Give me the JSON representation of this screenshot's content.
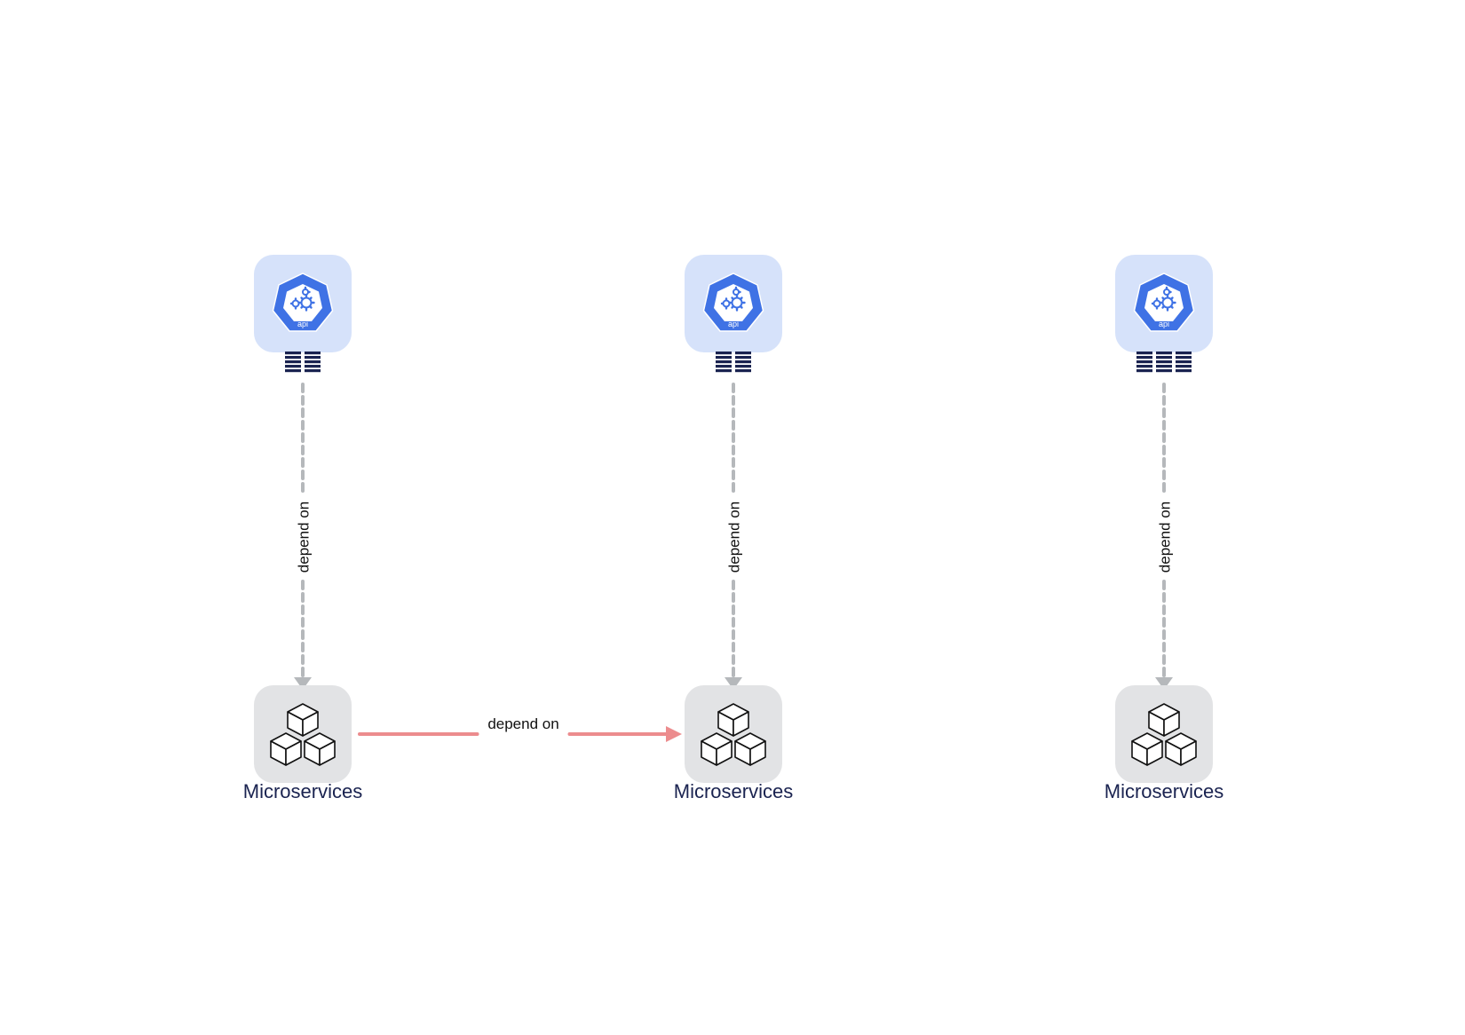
{
  "diagram": {
    "colors": {
      "api_tile": "#d6e2fa",
      "api_hex": "#3f72e5",
      "service_tile": "#e2e3e5",
      "vertical_edge": "#b5b8bb",
      "horizontal_edge": "#ec8c8e",
      "label_text": "#1a2350",
      "replica_bars": "#1a2350"
    },
    "api_nodes": [
      {
        "id": "api-1",
        "icon": "kubernetes-api-icon",
        "badge": "api",
        "replicas": 2
      },
      {
        "id": "api-2",
        "icon": "kubernetes-api-icon",
        "badge": "api",
        "replicas": 2
      },
      {
        "id": "api-3",
        "icon": "kubernetes-api-icon",
        "badge": "api",
        "replicas": 3
      }
    ],
    "service_nodes": [
      {
        "id": "svc-1",
        "icon": "microservices-cubes-icon",
        "label": "Microservices"
      },
      {
        "id": "svc-2",
        "icon": "microservices-cubes-icon",
        "label": "Microservices"
      },
      {
        "id": "svc-3",
        "icon": "microservices-cubes-icon",
        "label": "Microservices"
      }
    ],
    "edges": [
      {
        "from": "api-1",
        "to": "svc-1",
        "label": "depend on",
        "style": "dashed"
      },
      {
        "from": "api-2",
        "to": "svc-2",
        "label": "depend on",
        "style": "dashed"
      },
      {
        "from": "api-3",
        "to": "svc-3",
        "label": "depend on",
        "style": "dashed"
      },
      {
        "from": "svc-1",
        "to": "svc-2",
        "label": "depend on",
        "style": "solid"
      }
    ]
  }
}
